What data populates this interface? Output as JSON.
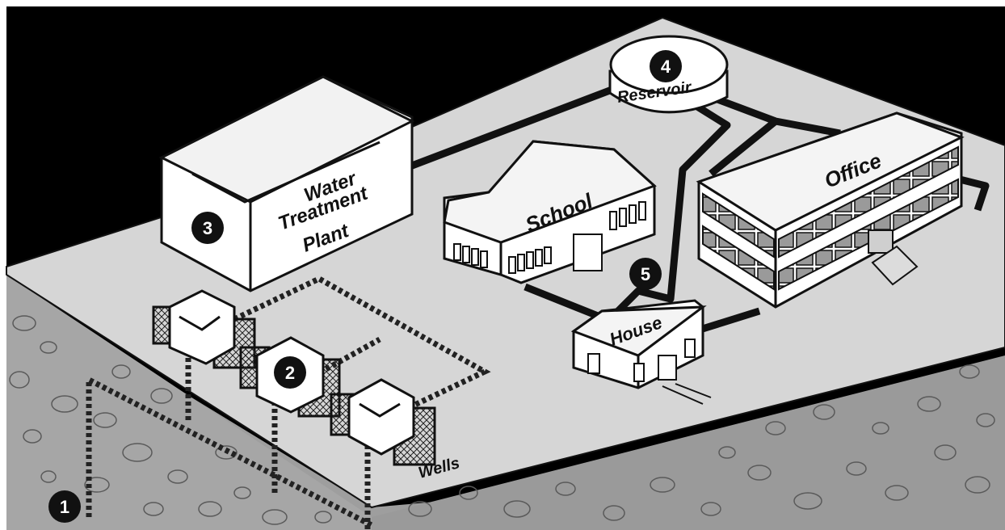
{
  "diagram": {
    "labels": {
      "water_treatment_line1": "Water",
      "water_treatment_line2": "Treatment",
      "water_treatment_line3": "Plant",
      "school": "School",
      "office": "Office",
      "house": "House",
      "reservoir": "Reservoir",
      "wells": "Wells"
    },
    "markers": {
      "m1": "1",
      "m2": "2",
      "m3": "3",
      "m4": "4",
      "m5": "5"
    }
  }
}
